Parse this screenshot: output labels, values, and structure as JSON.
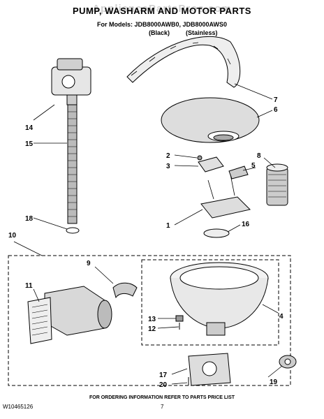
{
  "title": "PUMP, WASHARM AND MOTOR PARTS",
  "watermark": "AppliancePartsPros.com",
  "models_line": "For Models: JDB8000AWB0, JDB8000AWS0",
  "variants": {
    "black": "(Black)",
    "stainless": "(Stainless)"
  },
  "callouts": [
    "14",
    "15",
    "18",
    "10",
    "9",
    "11",
    "7",
    "6",
    "2",
    "3",
    "8",
    "5",
    "1",
    "16",
    "4",
    "13",
    "12",
    "17",
    "20",
    "19"
  ],
  "footer": "FOR ORDERING INFORMATION REFER TO PARTS PRICE LIST",
  "doc_number": "W10465126",
  "page_number": "7"
}
